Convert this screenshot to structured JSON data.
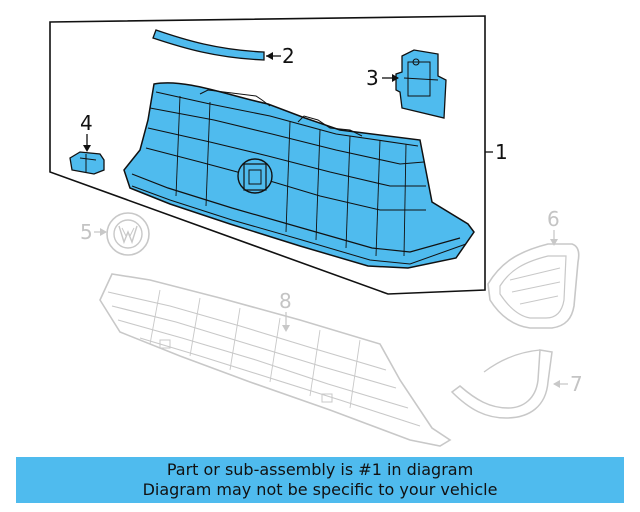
{
  "callouts": {
    "c1": "1",
    "c2": "2",
    "c3": "3",
    "c4": "4",
    "c5": "5",
    "c6": "6",
    "c7": "7",
    "c8": "8"
  },
  "banner": {
    "line1": "Part or sub-assembly is #1 in diagram",
    "line2": "Diagram may not be specific to your vehicle"
  },
  "colors": {
    "highlight_fill": "#4fbbee",
    "outline": "#111111",
    "ghost": "#c8c8c8",
    "banner_bg": "#4fbbee"
  }
}
